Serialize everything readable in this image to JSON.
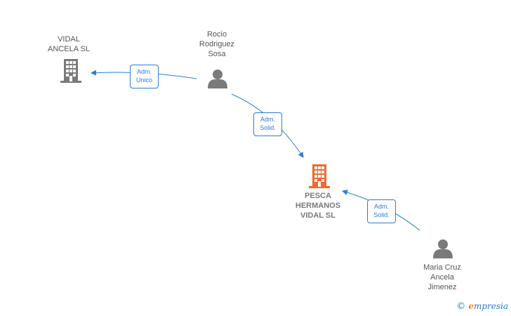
{
  "colors": {
    "edge": "#2e7bd6",
    "company": "#7a7a7a",
    "main_company": "#f26a2e",
    "person": "#7a7a7a"
  },
  "nodes": {
    "vidal_ancela": {
      "label": "VIDAL\nANCELA  SL",
      "icon": "building-icon"
    },
    "rocio": {
      "label": "Rocio\nRodriguez\nSosa",
      "icon": "person-icon"
    },
    "pesca": {
      "label": "PESCA\nHERMANOS\nVIDAL  SL",
      "icon": "building-icon"
    },
    "maria": {
      "label": "Maria Cruz\nAncela\nJimenez",
      "icon": "person-icon"
    }
  },
  "edges": {
    "e1": {
      "label": "Adm.\nUnico"
    },
    "e2": {
      "label": "Adm.\nSolid."
    },
    "e3": {
      "label": "Adm.\nSolid."
    }
  },
  "watermark": {
    "copyright": "©",
    "brand_initial": "e",
    "brand_rest": "mpresia"
  }
}
